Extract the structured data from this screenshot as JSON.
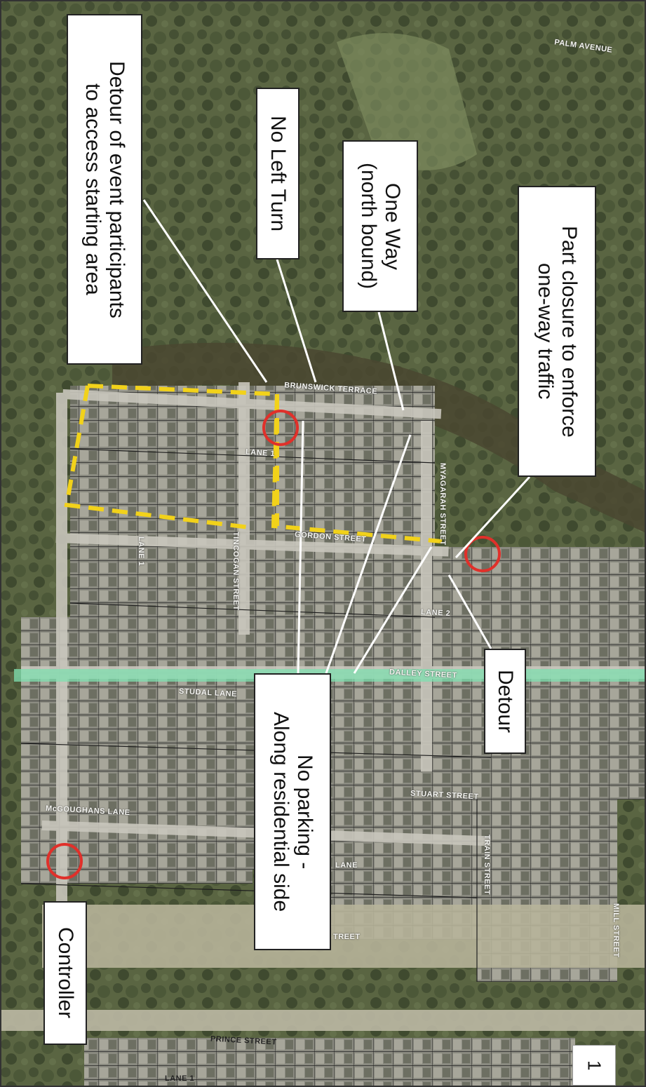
{
  "callouts": {
    "detour_participants": "Detour of event participants\nto access starting area",
    "no_left_turn": "No Left Turn",
    "one_way": "One Way\n(north bound)",
    "part_closure": "Part closure to enforce\none-way traffic",
    "detour": "Detour",
    "no_parking": "No parking -\nAlong residential side",
    "controller": "Controller"
  },
  "streets": {
    "palm_avenue": "PALM AVENUE",
    "brunswick_terrace": "BRUNSWICK TERRACE",
    "lane_1a": "LANE 1",
    "gordon_street": "GORDON STREET",
    "lane_2": "LANE 2",
    "lane_1b": "LANE 1",
    "dalley_street": "DALLEY STREET",
    "studal_lane": "STUDAL LANE",
    "stuart_street": "STUART STREET",
    "mcgoughans_lane": "McGOUGHANS LANE",
    "lane": "LANE",
    "street_frag": "TREET",
    "prince_street": "PRINCE STREET",
    "lane_bottom": "LANE 1",
    "tincogan_street": "TINCOGAN STREET",
    "myagah_street": "MYAGARAH STREET",
    "train_street": "TRAIN STREET",
    "mill_street": "MILL STREET"
  },
  "page_number": "1",
  "colors": {
    "event_boundary": "#f2d21a",
    "dalley_line": "#7fe0b0",
    "marker": "#e0302a"
  }
}
